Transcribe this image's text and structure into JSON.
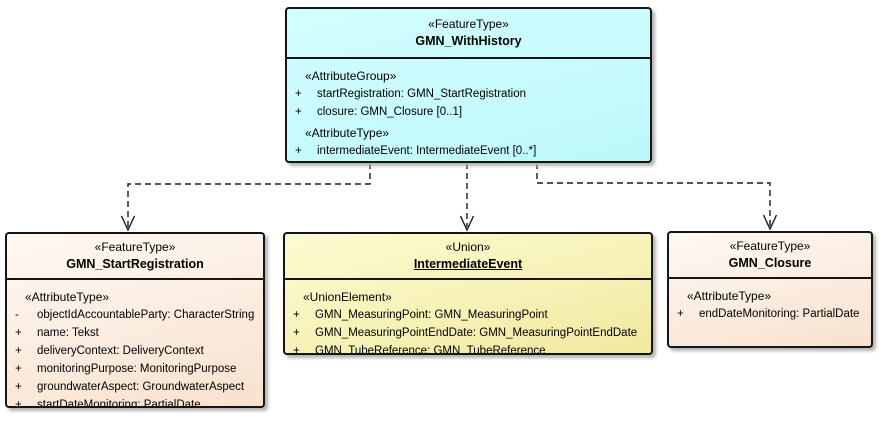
{
  "diagram": {
    "type": "uml-class-diagram",
    "background": "#FFFFFF"
  },
  "colors": {
    "cyan_from": "#D4FEFF",
    "cyan_to": "#BDF8FB",
    "peach_from": "#FEF9F4",
    "peach_to": "#F8E1CE",
    "yellow_from": "#FCFCD2",
    "yellow_to": "#F1E9A0",
    "border": "#151515",
    "connector": "#1A1A1A"
  },
  "boxes": {
    "with_history": {
      "stereotype": "«FeatureType»",
      "name": "GMN_WithHistory",
      "rows": [
        {
          "kind": "stereotype",
          "text": "«AttributeGroup»"
        },
        {
          "kind": "attribute",
          "vis": "+",
          "text": "startRegistration: GMN_StartRegistration"
        },
        {
          "kind": "attribute",
          "vis": "+",
          "text": "closure: GMN_Closure [0..1]"
        },
        {
          "kind": "stereotype",
          "text": "«AttributeType»"
        },
        {
          "kind": "attribute",
          "vis": "+",
          "text": "intermediateEvent: IntermediateEvent [0..*]"
        }
      ]
    },
    "start_registration": {
      "stereotype": "«FeatureType»",
      "name": "GMN_StartRegistration",
      "rows": [
        {
          "kind": "stereotype",
          "text": "«AttributeType»"
        },
        {
          "kind": "attribute",
          "vis": "-",
          "text": "objectIdAccountableParty: CharacterString"
        },
        {
          "kind": "attribute",
          "vis": "+",
          "text": "name: Tekst"
        },
        {
          "kind": "attribute",
          "vis": "+",
          "text": "deliveryContext: DeliveryContext"
        },
        {
          "kind": "attribute",
          "vis": "+",
          "text": "monitoringPurpose: MonitoringPurpose"
        },
        {
          "kind": "attribute",
          "vis": "+",
          "text": "groundwaterAspect: GroundwaterAspect"
        },
        {
          "kind": "attribute",
          "vis": "+",
          "text": "startDateMonitoring: PartialDate"
        }
      ]
    },
    "intermediate_event": {
      "stereotype": "«Union»",
      "name": "IntermediateEvent",
      "rows": [
        {
          "kind": "stereotype",
          "text": "«UnionElement»"
        },
        {
          "kind": "attribute",
          "vis": "+",
          "text": "GMN_MeasuringPoint: GMN_MeasuringPoint"
        },
        {
          "kind": "attribute",
          "vis": "+",
          "text": "GMN_MeasuringPointEndDate: GMN_MeasuringPointEndDate"
        },
        {
          "kind": "attribute",
          "vis": "+",
          "text": "GMN_TubeReference: GMN_TubeReference"
        }
      ]
    },
    "closure": {
      "stereotype": "«FeatureType»",
      "name": "GMN_Closure",
      "rows": [
        {
          "kind": "stereotype",
          "text": "«AttributeType»"
        },
        {
          "kind": "attribute",
          "vis": "+",
          "text": "endDateMonitoring: PartialDate"
        }
      ]
    }
  },
  "connectors": [
    {
      "from": "GMN_WithHistory",
      "to": "GMN_StartRegistration",
      "style": "dashed-dependency-arrow"
    },
    {
      "from": "GMN_WithHistory",
      "to": "IntermediateEvent",
      "style": "dashed-dependency-arrow"
    },
    {
      "from": "GMN_WithHistory",
      "to": "GMN_Closure",
      "style": "dashed-dependency-arrow"
    }
  ]
}
